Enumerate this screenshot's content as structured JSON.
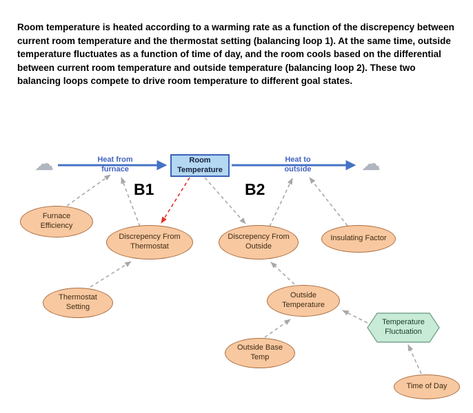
{
  "description": "Room temperature is heated according to a warming rate as a function of the discrepency between current room temperature and the thermostat setting (balancing loop 1). At the same time, outside temperature fluctuates as a function of time of day, and the room cools based on the differential between current room temperature and outside temperature (balancing loop 2). These two balancing loops compete to drive room temperature to different goal states.",
  "icons": {
    "cloud": "☁"
  },
  "diagram": {
    "stock": {
      "label": "Room\nTemperature"
    },
    "flows": {
      "inflow": {
        "label": "Heat from\nfurnace"
      },
      "outflow": {
        "label": "Heat to\noutside"
      }
    },
    "loop_labels": {
      "b1": "B1",
      "b2": "B2"
    },
    "nodes": {
      "furnace_efficiency": "Furnace\nEfficiency",
      "discrepency_from_thermostat": "Discrepency From\nThermostat",
      "discrepency_from_outside": "Discrepency From\nOutside",
      "insulating_factor": "Insulating Factor",
      "thermostat_setting": "Thermostat\nSetting",
      "outside_temperature": "Outside\nTemperature",
      "outside_base_temp": "Outside Base\nTemp",
      "time_of_day": "Time of Day",
      "temperature_fluctuation": "Temperature\nFluctuation"
    },
    "colors": {
      "flow_arrow": "#4472c4",
      "flow_label": "#4565c0",
      "oval_fill": "#f8c8a0",
      "oval_border": "#aa6e42",
      "stock_fill": "#b4d7f2",
      "stock_border": "#3a62b8",
      "hex_fill": "#c7ebd6",
      "hex_border": "#79a58d",
      "connector_gray": "#a8a8a8",
      "connector_red": "#e03127"
    }
  }
}
